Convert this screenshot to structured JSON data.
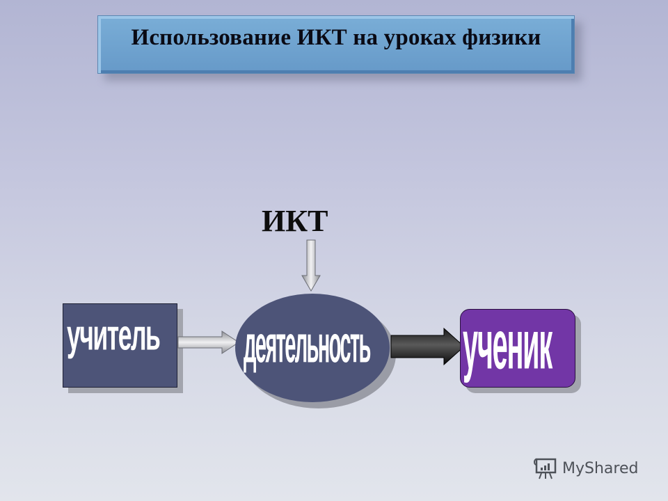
{
  "slide": {
    "title": "Использование ИКТ на уроках физики",
    "background_colors": [
      "#b2b5d3",
      "#e2e5ec"
    ]
  },
  "diagram": {
    "input_label": "ИКТ",
    "nodes": [
      {
        "id": "teacher",
        "label": "учитель",
        "shape": "rectangle",
        "color": "#4d5478"
      },
      {
        "id": "activity",
        "label": "деятельность",
        "shape": "ellipse",
        "color": "#4d5478"
      },
      {
        "id": "student",
        "label": "ученик",
        "shape": "rounded-rectangle",
        "color": "#7236a6"
      }
    ],
    "edges": [
      {
        "from": "ИКТ",
        "to": "activity",
        "style": "gray-arrow-down"
      },
      {
        "from": "teacher",
        "to": "activity",
        "style": "gray-arrow-right"
      },
      {
        "from": "activity",
        "to": "student",
        "style": "black-arrow-right"
      }
    ]
  },
  "watermark": {
    "text": "MyShared",
    "icon": "presentation-board-icon"
  }
}
